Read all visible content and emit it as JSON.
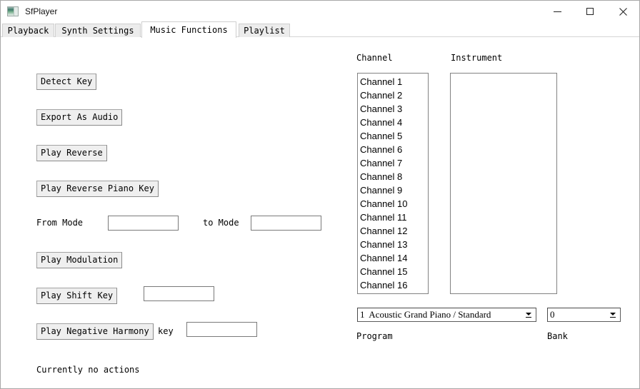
{
  "window": {
    "title": "SfPlayer"
  },
  "tabs": [
    {
      "label": "Playback",
      "active": false
    },
    {
      "label": "Synth Settings",
      "active": false
    },
    {
      "label": "Music Functions",
      "active": true
    },
    {
      "label": "Playlist",
      "active": false
    }
  ],
  "actions": {
    "detect_key": "Detect Key",
    "export_as_audio": "Export As Audio",
    "play_reverse": "Play Reverse",
    "play_reverse_piano_key": "Play Reverse Piano Key",
    "play_modulation": "Play Modulation",
    "play_shift_key": "Play Shift Key",
    "play_negative_harmony": "Play Negative Harmony"
  },
  "labels": {
    "from_mode": "From Mode",
    "to_mode": "to Mode",
    "key": "key",
    "channel": "Channel",
    "instrument": "Instrument",
    "program": "Program",
    "bank": "Bank"
  },
  "inputs": {
    "from_mode_value": "",
    "to_mode_value": "",
    "shift_key_value": "",
    "negative_harmony_key_value": ""
  },
  "channel_list": [
    "Channel 1",
    "Channel 2",
    "Channel 3",
    "Channel 4",
    "Channel 5",
    "Channel 6",
    "Channel 7",
    "Channel 8",
    "Channel 9",
    "Channel 10",
    "Channel 11",
    "Channel 12",
    "Channel 13",
    "Channel 14",
    "Channel 15",
    "Channel 16"
  ],
  "instrument_list": [],
  "program_select": {
    "value": "1  Acoustic Grand Piano / Standard"
  },
  "bank_select": {
    "value": "0"
  },
  "status": "Currently no actions"
}
